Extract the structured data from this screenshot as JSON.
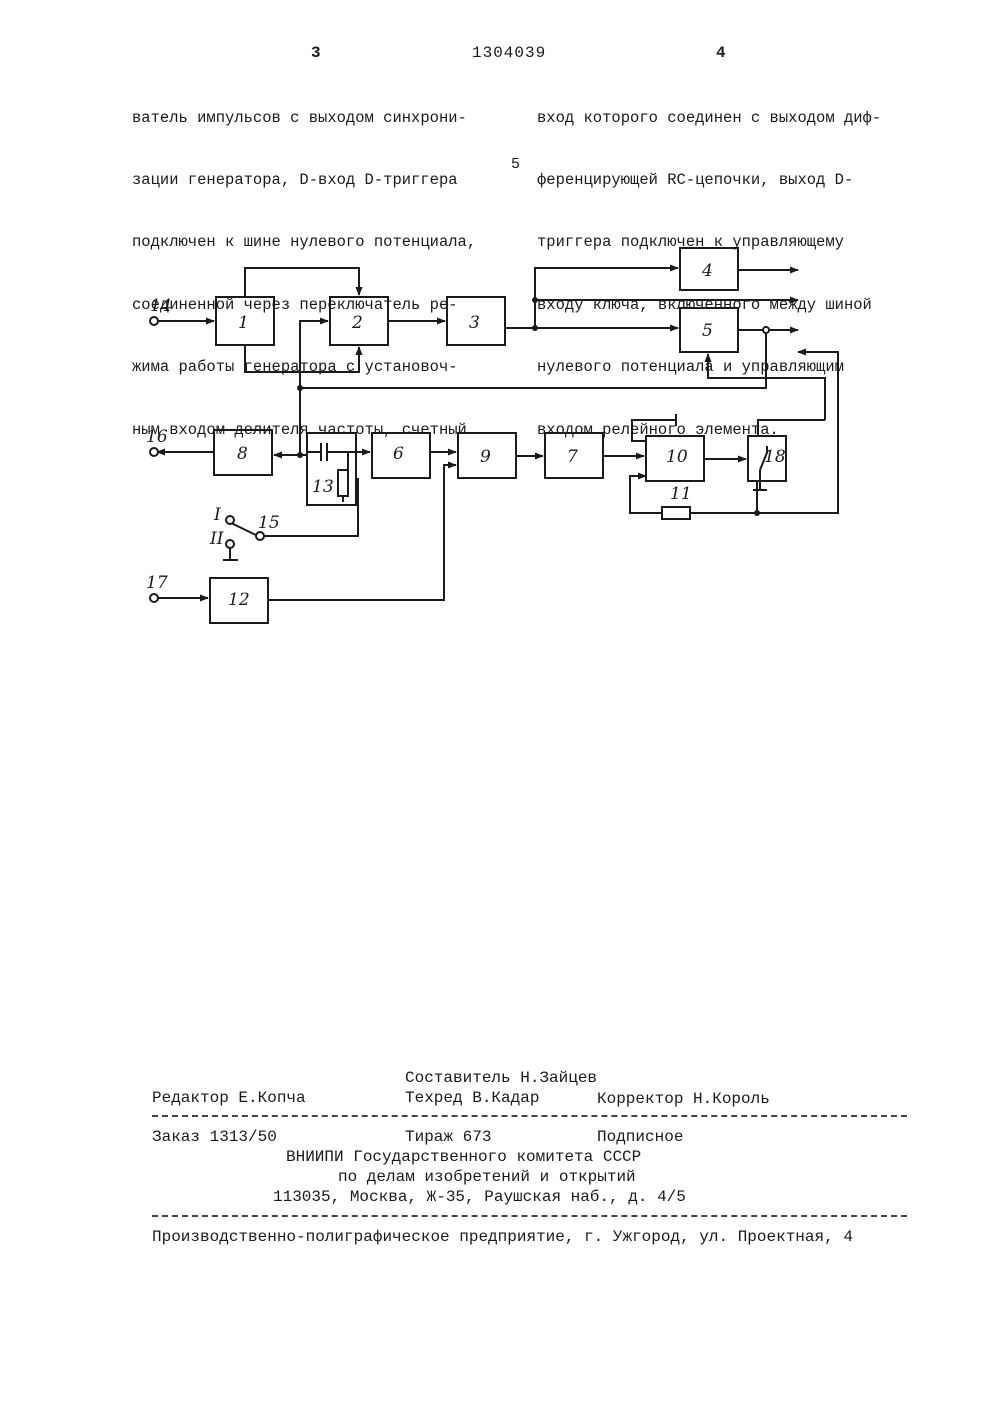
{
  "header": {
    "left_page": "3",
    "patent_number": "1304039",
    "right_page": "4"
  },
  "body_text": {
    "left_column": [
      "ватель импульсов с выходом синхрони-",
      "зации генератора, D-вход D-триггера",
      "подключен к шине нулевого потенциала,",
      "соединенной через переключатель ре-",
      "жима работы генератора с установоч-",
      "ным входом делителя частоты, счетный"
    ],
    "right_column": [
      "вход которого соединен с выходом диф-",
      "ференцирующей RC-цепочки, выход D-",
      "триггера подключен к управляющему",
      "входу ключа, включенного между шиной",
      "нулевого потенциала и управляющим",
      "входом релейного элемента."
    ],
    "line_number": "5"
  },
  "diagram": {
    "blocks": [
      "1",
      "2",
      "3",
      "4",
      "5",
      "6",
      "7",
      "8",
      "9",
      "10",
      "12"
    ],
    "terminals": [
      "14",
      "16",
      "17",
      "15"
    ],
    "rc_chain_label": "13",
    "resistor_label": "11",
    "switch_block_label": "18",
    "switch_positions": [
      "I",
      "II"
    ]
  },
  "imprint": {
    "compiler": "Составитель Н.Зайцев",
    "editor": "Редактор Е.Копча",
    "techred": "Техред В.Кадар",
    "corrector": "Корректор Н.Король",
    "order": "Заказ 1313/50",
    "circulation": "Тираж 673",
    "subscription": "Подписное",
    "org_line1": "ВНИИПИ Государственного комитета СССР",
    "org_line2": "по делам изобретений и открытий",
    "address": "113035, Москва, Ж-35, Раушская наб., д. 4/5",
    "printer": "Производственно-полиграфическое предприятие, г. Ужгород, ул. Проектная, 4"
  }
}
